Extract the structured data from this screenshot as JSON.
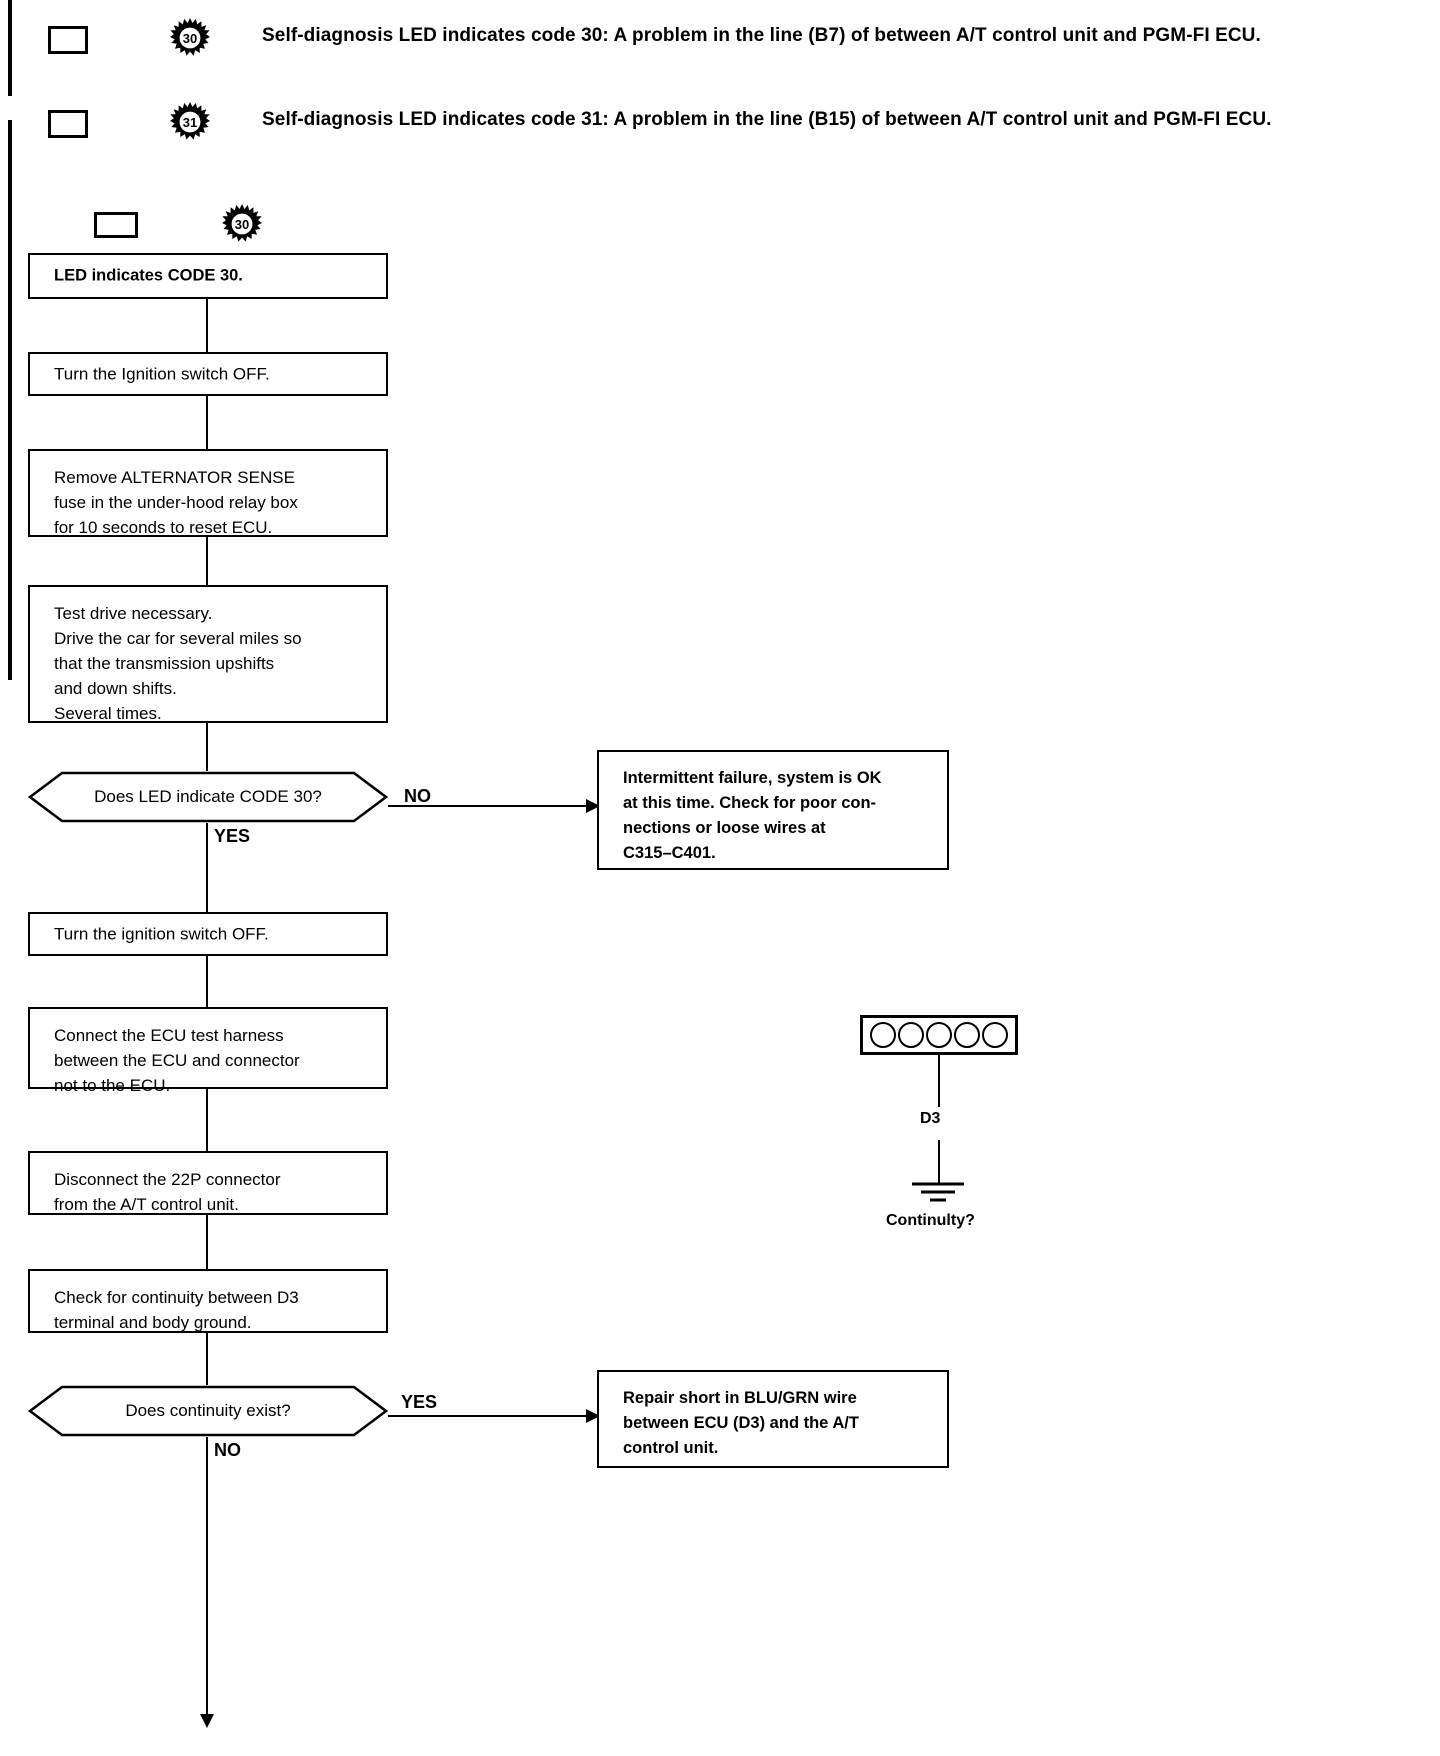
{
  "legend": {
    "items": [
      {
        "checkbox": "checkbox",
        "burst_code": "30",
        "text": "Self-diagnosis LED indicates code 30: A problem in the line (B7) of between A/T control unit and PGM-FI ECU."
      },
      {
        "checkbox": "checkbox",
        "burst_code": "31",
        "text": "Self-diagnosis LED indicates code 31: A problem in the line (B15) of between A/T control unit and PGM-FI ECU."
      }
    ]
  },
  "chart_header": {
    "checkbox": "checkbox",
    "burst_code": "30"
  },
  "flow": {
    "steps": [
      {
        "id": "step-led-code",
        "text": "LED indicates CODE 30."
      },
      {
        "id": "step-ignition-off-1",
        "text": "Turn the Ignition switch OFF."
      },
      {
        "id": "step-remove-fuse",
        "text": "Remove  ALTERNATOR  SENSE\nfuse in the under-hood relay box\nfor 10 seconds to reset ECU."
      },
      {
        "id": "step-test-drive",
        "text": "Test drive necessary.\nDrive the car for several miles so\nthat  the  transmission  upshifts\nand down shifts.\nSeveral times."
      },
      {
        "id": "step-ignition-off-2",
        "text": "Turn the ignition switch OFF."
      },
      {
        "id": "step-connect-harness",
        "text": "Connect  the  ECU  test  harness\nbetween the ECU and connector\nnot to the ECU."
      },
      {
        "id": "step-disconnect-22p",
        "text": "Disconnect  the  22P  connector\nfrom the A/T control unit."
      },
      {
        "id": "step-check-continuity",
        "text": "Check for continuity between D3\nterminal and body ground."
      }
    ],
    "decisions": [
      {
        "id": "decision-led-code-30",
        "text": "Does LED indicate CODE 30?",
        "branch_label": "NO",
        "down_label": "YES"
      },
      {
        "id": "decision-continuity",
        "text": "Does continuity exist?",
        "branch_label": "YES",
        "down_label": "NO"
      }
    ],
    "results": [
      {
        "id": "result-intermittent",
        "text": "Intermittent failure, system is OK\nat this time. Check for poor con-\nnections  or  loose  wires  at\nC315–C401."
      },
      {
        "id": "result-repair-short",
        "text": "Repair  short  in  BLU/GRN  wire\nbetween ECU (D3) and the A/T\ncontrol unit."
      }
    ]
  },
  "connector_diagram": {
    "pin_count": 5,
    "terminal_label": "D3",
    "caption": "Continulty?"
  }
}
